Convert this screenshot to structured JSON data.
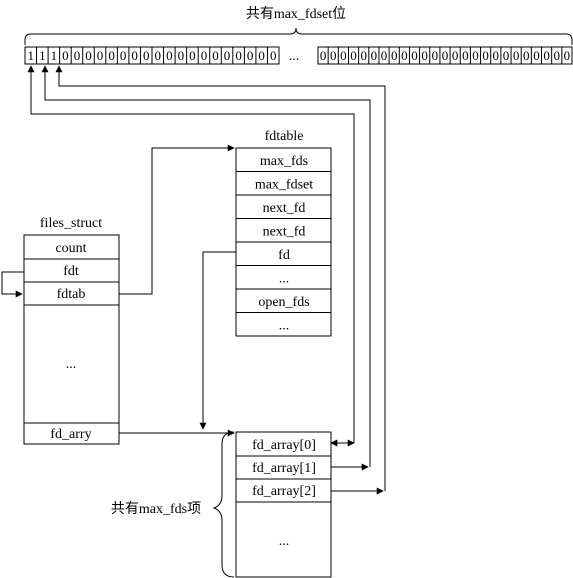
{
  "bitmap": {
    "title": "共有max_fdset位",
    "left_bits": [
      "1",
      "1",
      "1",
      "0",
      "0",
      "0",
      "0",
      "0",
      "0",
      "0",
      "0",
      "0",
      "0",
      "0",
      "0",
      "0",
      "0",
      "0",
      "0",
      "0",
      "0",
      "0"
    ],
    "ellipsis": "...",
    "right_bits": [
      "0",
      "0",
      "0",
      "0",
      "0",
      "0",
      "0",
      "0",
      "0",
      "0",
      "0",
      "0",
      "0",
      "0",
      "0",
      "0",
      "0",
      "0",
      "0",
      "0",
      "0",
      "0",
      "0",
      "0",
      "0"
    ]
  },
  "fdtable": {
    "title": "fdtable",
    "fields": [
      "max_fds",
      "max_fdset",
      "next_fd",
      "next_fd",
      "fd",
      "...",
      "open_fds",
      "..."
    ]
  },
  "files_struct": {
    "title": "files_struct",
    "fields": [
      "count",
      "fdt",
      "fdtab",
      "...",
      "fd_arry"
    ]
  },
  "fd_array": {
    "fields": [
      "fd_array[0]",
      "fd_array[1]",
      "fd_array[2]",
      "..."
    ],
    "brace_label": "共有max_fds项"
  }
}
